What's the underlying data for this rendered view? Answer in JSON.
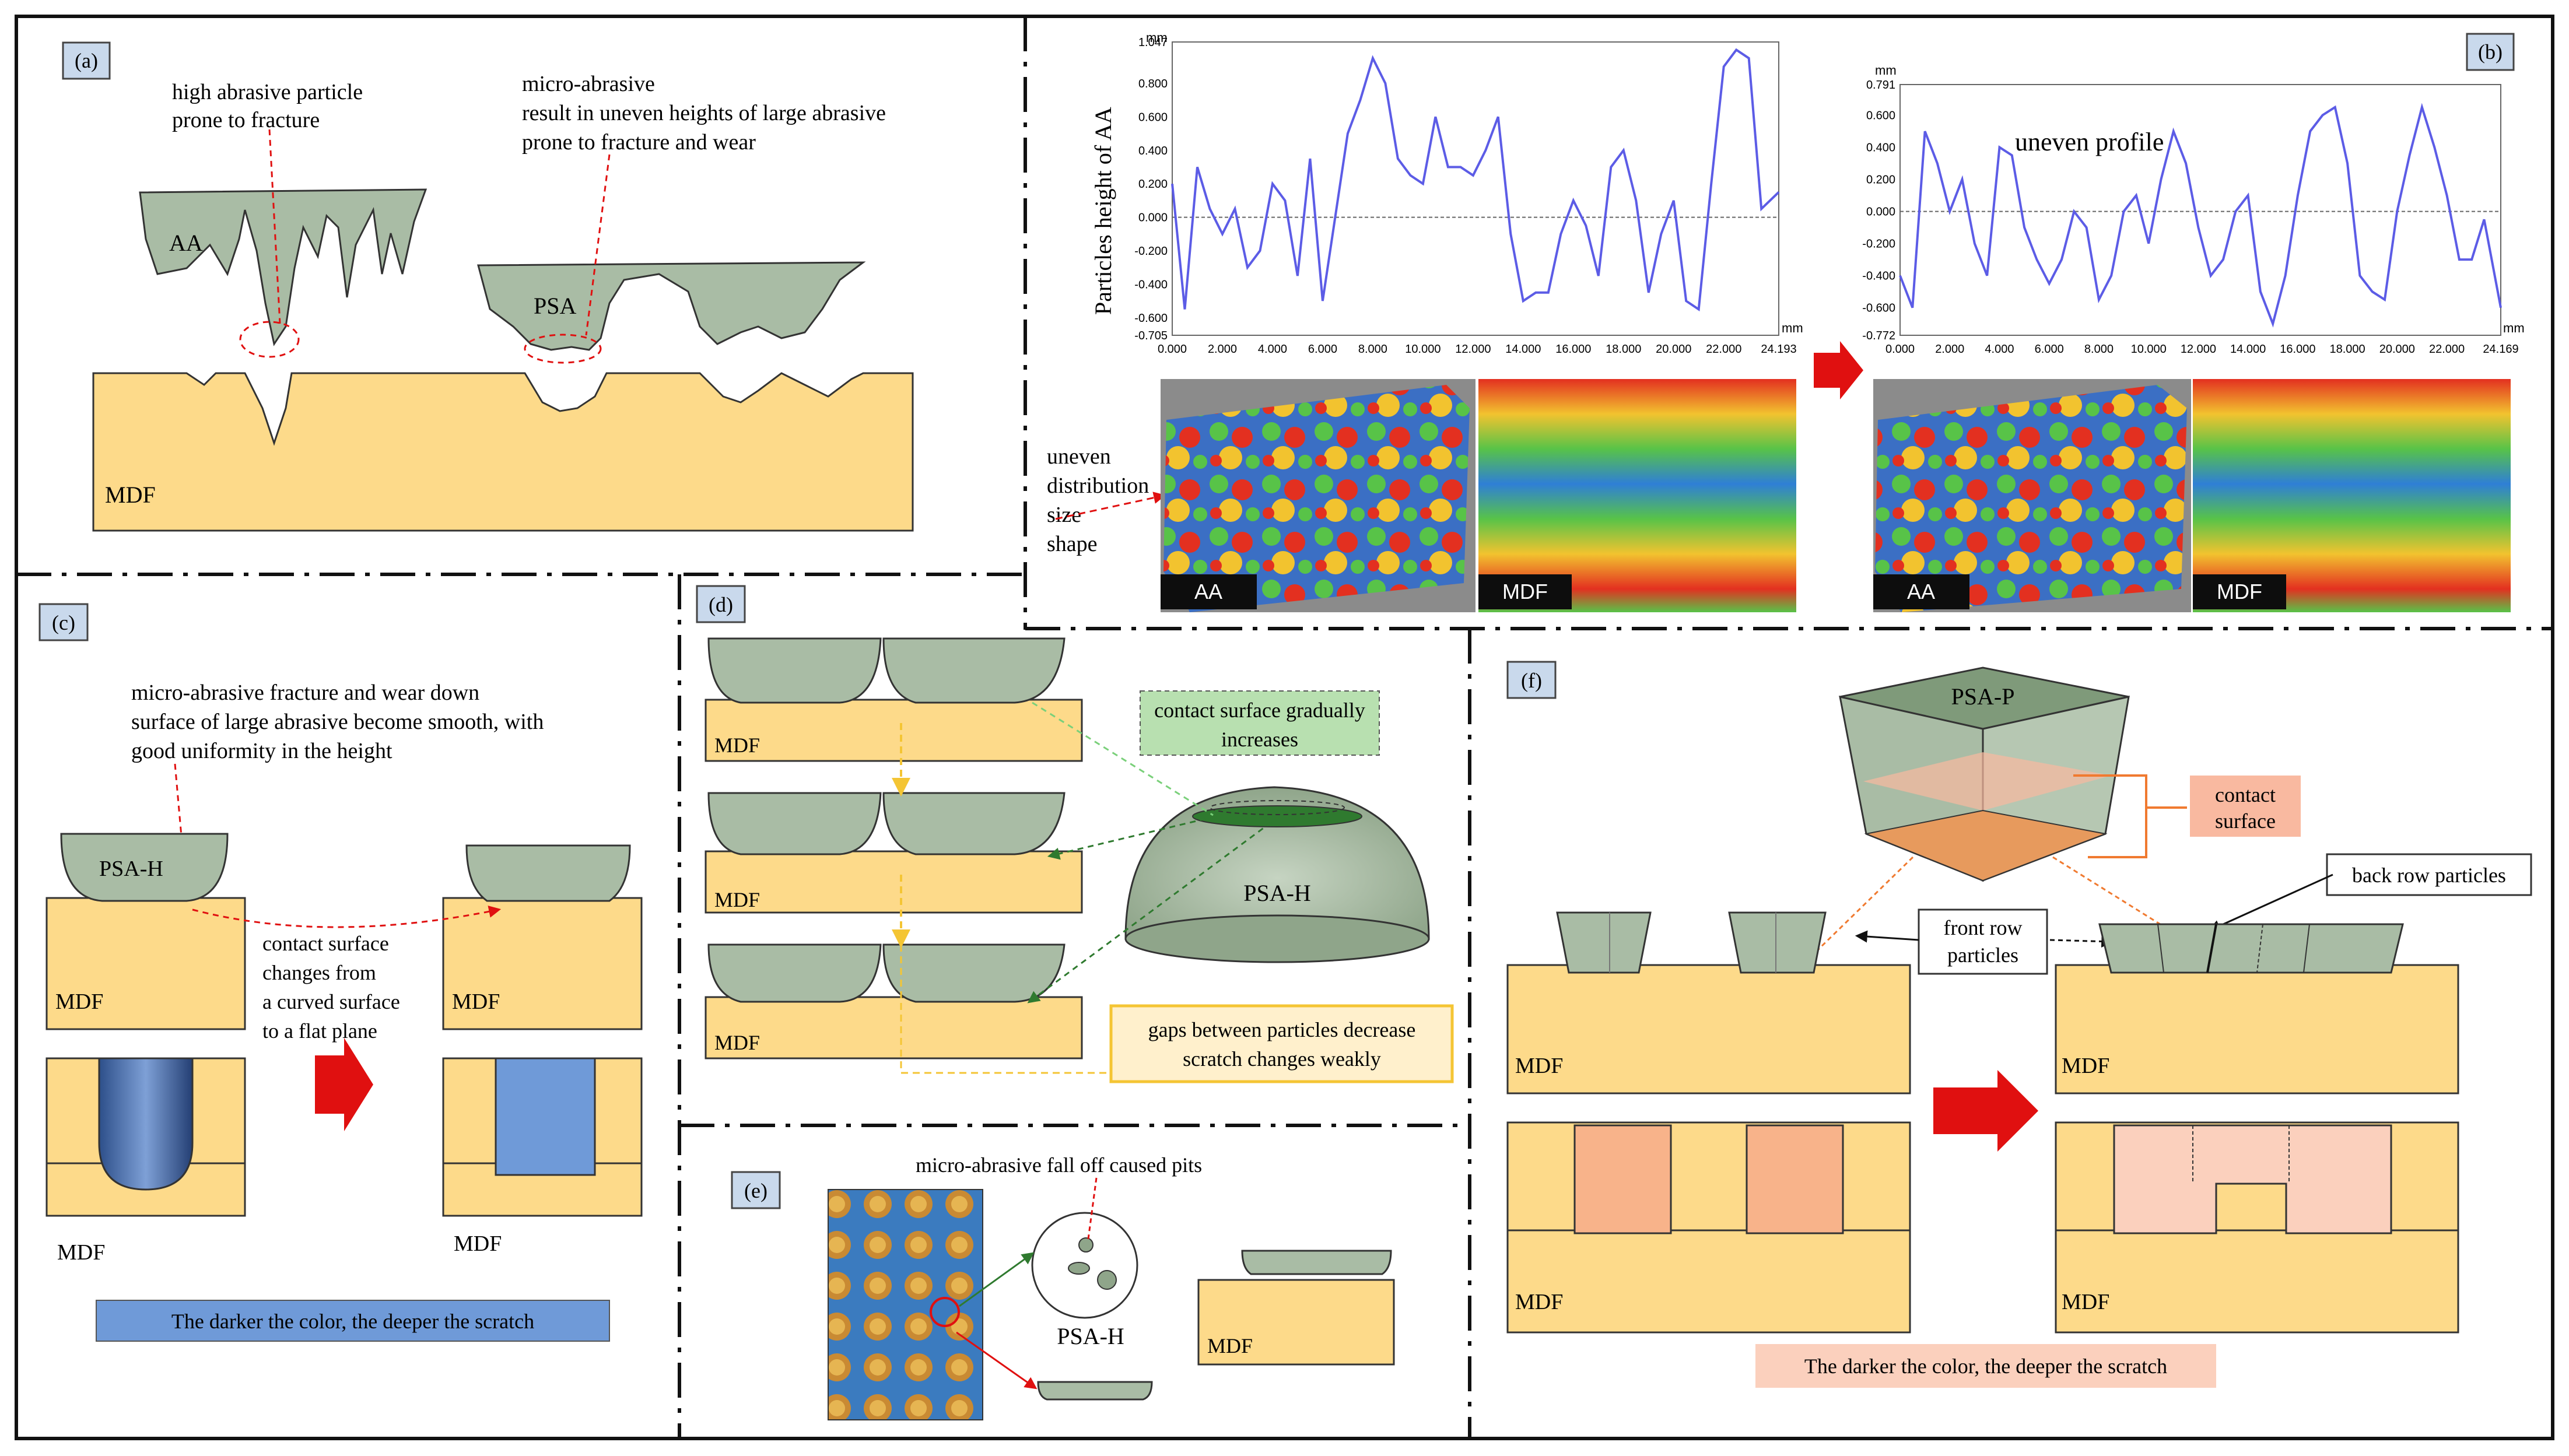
{
  "colors": {
    "mdf": "#fdda8a",
    "abrasive": "#a9bca5",
    "abrasive_dark": "#2f7a2f",
    "arrow_red": "#e01010",
    "curve_blue": "#5c5ce6",
    "label_bg": "#c9d9ec",
    "blue_box": "#6f9ad8",
    "orange_box": "#f9b9a0",
    "green_box": "#b8e0b0",
    "yellow_box": "#fff0cc"
  },
  "panels": {
    "a": {
      "label": "(a)",
      "note1_line1": "high abrasive particle",
      "note1_line2": "prone to fracture",
      "note2_line1": "micro-abrasive",
      "note2_line2": "result in uneven heights of large abrasive",
      "note2_line3": "prone to fracture and wear",
      "aa": "AA",
      "psa": "PSA",
      "mdf": "MDF"
    },
    "b": {
      "label": "(b)",
      "ylabel": "Particles height of AA",
      "unit": "mm",
      "chart1_ticks_y": [
        "1.047",
        "0.800",
        "0.600",
        "0.400",
        "0.200",
        "0.000",
        "-0.200",
        "-0.400",
        "-0.600",
        "-0.705"
      ],
      "chart1_ticks_x": [
        "0.000",
        "2.000",
        "4.000",
        "6.000",
        "8.000",
        "10.000",
        "12.000",
        "14.000",
        "16.000",
        "18.000",
        "20.000",
        "22.000",
        "24.193"
      ],
      "chart2_ticks_y": [
        "0.791",
        "0.600",
        "0.400",
        "0.200",
        "0.000",
        "-0.200",
        "-0.400",
        "-0.600",
        "-0.772"
      ],
      "chart2_ticks_x": [
        "0.000",
        "2.000",
        "4.000",
        "6.000",
        "8.000",
        "10.000",
        "12.000",
        "14.000",
        "16.000",
        "18.000",
        "20.000",
        "22.000",
        "24.169"
      ],
      "uneven_profile": "uneven  profile",
      "side_note_lines": [
        "uneven",
        "distribution",
        "size",
        "shape"
      ],
      "aa": "AA",
      "mdf": "MDF"
    },
    "c": {
      "label": "(c)",
      "note_line1": "micro-abrasive fracture and wear down",
      "note_line2": "surface of large abrasive become smooth, with",
      "note_line3": "good uniformity in the height",
      "psa_h": "PSA-H",
      "contact_lines": [
        "contact surface",
        "changes from",
        "a curved surface",
        "to a flat plane"
      ],
      "mdf": "MDF",
      "legend": "The darker the color, the deeper the scratch"
    },
    "d": {
      "label": "(d)",
      "mdf": "MDF",
      "contact_line1": "contact surface gradually",
      "contact_line2": "increases",
      "psa_h": "PSA-H",
      "gaps_line1": "gaps between particles decrease",
      "gaps_line2": "scratch changes weakly"
    },
    "e": {
      "label": "(e)",
      "note": "micro-abrasive fall off caused pits",
      "psa_h": "PSA-H",
      "mdf": "MDF"
    },
    "f": {
      "label": "(f)",
      "psa_p": "PSA-P",
      "contact_line1": "contact",
      "contact_line2": "surface",
      "back_row": "back row particles",
      "front_row_line1": "front row",
      "front_row_line2": "particles",
      "mdf": "MDF",
      "legend": "The darker the color, the deeper the scratch"
    }
  },
  "chart_data": [
    {
      "type": "line",
      "title": "",
      "ylabel": "Particles height of AA",
      "xlabel": "mm",
      "xlim": [
        0,
        24.193
      ],
      "ylim": [
        -0.705,
        1.047
      ],
      "series": [
        {
          "x": [
            0,
            0.5,
            1,
            1.5,
            2,
            2.5,
            3,
            3.5,
            4,
            4.5,
            5,
            5.5,
            6,
            6.5,
            7,
            7.5,
            8,
            8.5,
            9,
            9.5,
            10,
            10.5,
            11,
            11.5,
            12,
            12.5,
            13,
            13.5,
            14,
            14.5,
            15,
            15.5,
            16,
            16.5,
            17,
            17.5,
            18,
            18.5,
            19,
            19.5,
            20,
            20.5,
            21,
            21.5,
            22,
            22.5,
            23,
            23.5,
            24.193
          ],
          "y": [
            0.2,
            -0.55,
            0.3,
            0.05,
            -0.1,
            0.05,
            -0.3,
            -0.2,
            0.2,
            0.1,
            -0.35,
            0.35,
            -0.5,
            0.0,
            0.5,
            0.7,
            0.95,
            0.8,
            0.35,
            0.25,
            0.2,
            0.6,
            0.3,
            0.3,
            0.25,
            0.4,
            0.6,
            -0.1,
            -0.5,
            -0.45,
            -0.45,
            -0.1,
            0.1,
            -0.05,
            -0.35,
            0.3,
            0.4,
            0.1,
            -0.45,
            -0.1,
            0.1,
            -0.5,
            -0.55,
            0.2,
            0.9,
            1.0,
            0.95,
            0.05,
            0.15
          ]
        }
      ]
    },
    {
      "type": "line",
      "title": "",
      "xlabel": "mm",
      "xlim": [
        0,
        24.169
      ],
      "ylim": [
        -0.772,
        0.791
      ],
      "series": [
        {
          "x": [
            0,
            0.5,
            1,
            1.5,
            2,
            2.5,
            3,
            3.5,
            4,
            4.5,
            5,
            5.5,
            6,
            6.5,
            7,
            7.5,
            8,
            8.5,
            9,
            9.5,
            10,
            10.5,
            11,
            11.5,
            12,
            12.5,
            13,
            13.5,
            14,
            14.5,
            15,
            15.5,
            16,
            16.5,
            17,
            17.5,
            18,
            18.5,
            19,
            19.5,
            20,
            20.5,
            21,
            21.5,
            22,
            22.5,
            23,
            23.5,
            24.169
          ],
          "y": [
            -0.4,
            -0.6,
            0.5,
            0.3,
            0.0,
            0.2,
            -0.2,
            -0.4,
            0.4,
            0.35,
            -0.1,
            -0.3,
            -0.45,
            -0.3,
            0.0,
            -0.1,
            -0.55,
            -0.4,
            0.0,
            0.1,
            -0.2,
            0.2,
            0.5,
            0.3,
            -0.1,
            -0.4,
            -0.3,
            0.0,
            0.1,
            -0.5,
            -0.7,
            -0.4,
            0.1,
            0.5,
            0.6,
            0.65,
            0.3,
            -0.4,
            -0.5,
            -0.55,
            0.0,
            0.35,
            0.65,
            0.4,
            0.1,
            -0.3,
            -0.3,
            -0.05,
            -0.6
          ]
        }
      ]
    }
  ]
}
